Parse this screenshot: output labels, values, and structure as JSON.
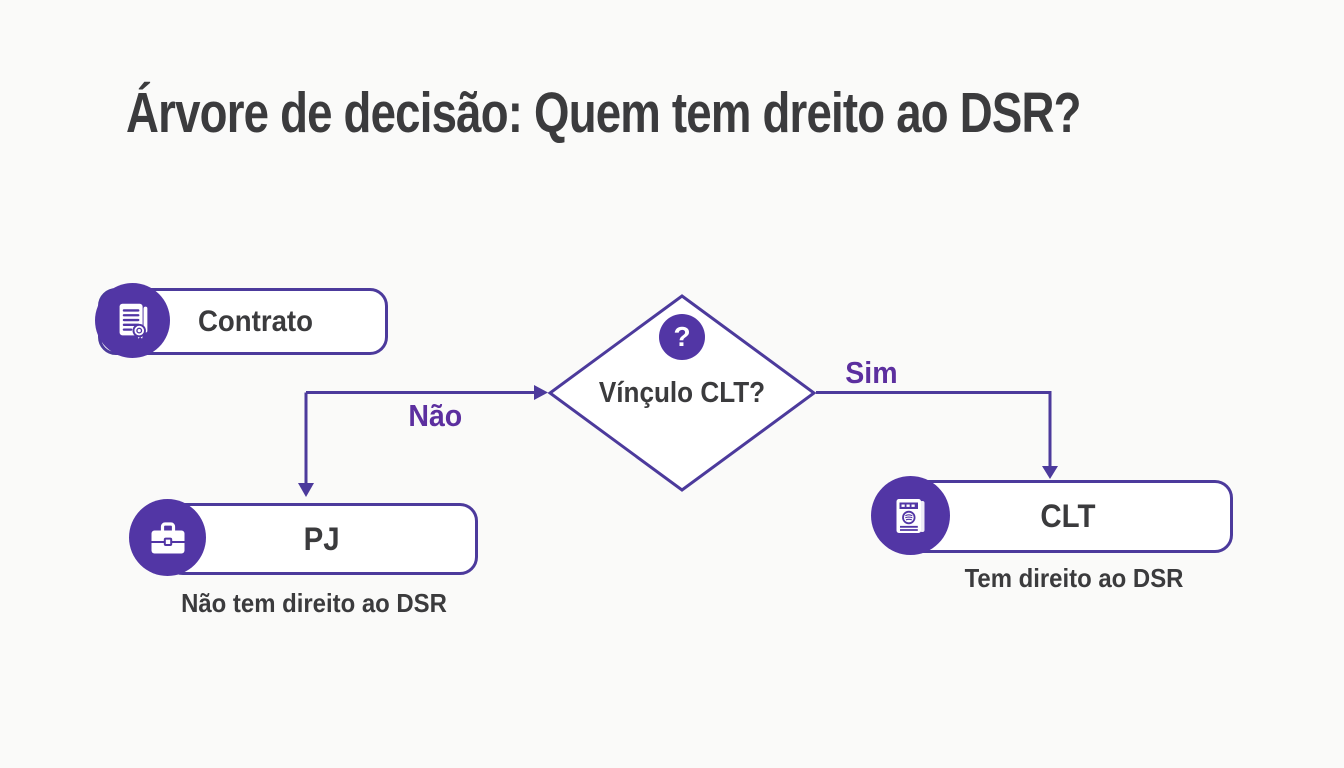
{
  "title": "Árvore de decisão: Quem tem dreito ao DSR?",
  "colors": {
    "purple_line": "#4c3a9c",
    "purple_fill": "#5236a5",
    "label_purple": "#5c2f9f",
    "text_dark": "#3b3b3d",
    "background": "#fafaf9",
    "node_fill": "#ffffff"
  },
  "nodes": {
    "contrato": {
      "label": "Contrato",
      "icon": "contract-certificate-icon"
    },
    "decision": {
      "label": "Vínçulo CLT?",
      "icon": "question-mark-icon",
      "icon_glyph": "?"
    },
    "pj": {
      "label": "PJ",
      "icon": "briefcase-icon",
      "caption": "Não tem direito ao DSR"
    },
    "clt": {
      "label": "CLT",
      "icon": "clt-book-icon",
      "caption": "Tem direito ao DSR"
    }
  },
  "edges": {
    "no_label": "Não",
    "yes_label": "Sim"
  }
}
